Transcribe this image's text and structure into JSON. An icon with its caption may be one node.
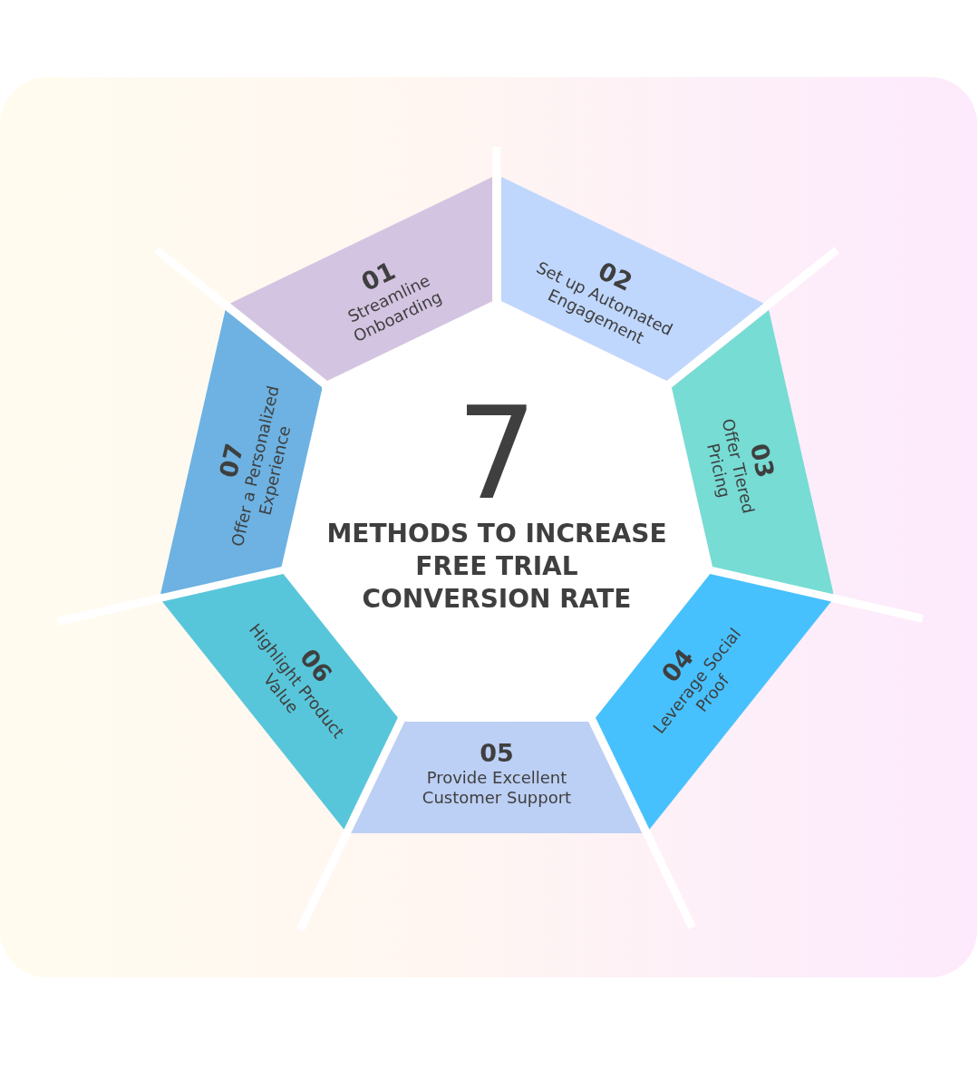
{
  "diagram": {
    "nodes": [
      {
        "text": [
          "7",
          "METHODS TO INCREASE FREE TRIAL CONVERSION RATE"
        ]
      },
      {
        "text": [
          "01",
          "Streamline Onboarding"
        ]
      },
      {
        "text": [
          "02",
          "Set up Automated Engagement"
        ]
      },
      {
        "text": [
          "03",
          "Offer Tiered Pricing"
        ]
      },
      {
        "text": [
          "04",
          "Leverage Social Proof"
        ]
      },
      {
        "text": [
          "05",
          "Provide Excellent Customer Support"
        ]
      },
      {
        "text": [
          "06",
          "Highlight Product Value"
        ]
      },
      {
        "text": [
          "07",
          "Offer a Personalized Experience"
        ]
      }
    ]
  }
}
